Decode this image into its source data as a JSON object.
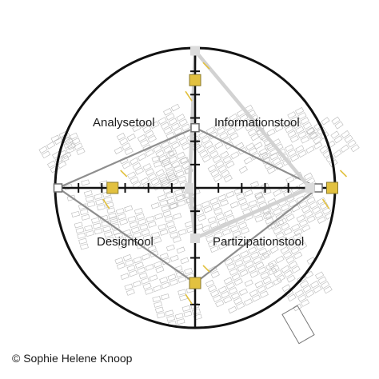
{
  "quadrants": {
    "top_left": "Analysetool",
    "top_right": "Informationstool",
    "bottom_left": "Designtool",
    "bottom_right": "Partizipationstool"
  },
  "copyright": "© Sophie Helene Knoop",
  "colors": {
    "axis": "#111111",
    "outline_dark": "#8e8e8e",
    "outline_light": "#d2d2d2",
    "marker_gold": "#e2c140",
    "map_lines": "#b8b8b8"
  },
  "series": [
    {
      "style": "dark",
      "values": {
        "top": 0.43,
        "right": 0.88,
        "bottom": 0.68,
        "left": 0.98
      }
    },
    {
      "style": "light",
      "values": {
        "top": 0.98,
        "right": 0.82,
        "bottom": 0.36,
        "left": 0.04
      }
    },
    {
      "style": "gold",
      "values": {
        "top": 0.77,
        "right": 0.98,
        "bottom": 0.68,
        "left": 0.59
      }
    }
  ]
}
